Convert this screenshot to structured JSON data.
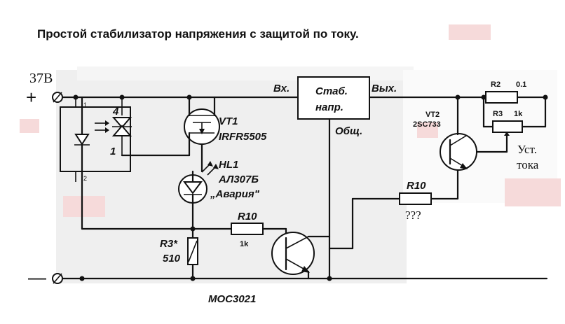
{
  "title": "Простой стабилизатор напряжения с защитой по току.",
  "supply": {
    "voltage": "37В",
    "plus": "+",
    "minus": "—"
  },
  "optocoupler": {
    "label": "MOC3021",
    "pin1": "1",
    "pin2": "2",
    "pin4": "4",
    "pin1b": "1"
  },
  "vt1": {
    "ref": "VT1",
    "type": "IRFR5505"
  },
  "hl1": {
    "ref": "HL1",
    "type": "АЛ307Б",
    "note": "„Авария\""
  },
  "r3_left": {
    "ref": "R3*",
    "value": "510"
  },
  "r10_lower": {
    "ref": "R10",
    "value": "1k"
  },
  "stabilizer": {
    "line1": "Стаб.",
    "line2": "напр.",
    "input": "Вх.",
    "output": "Вых.",
    "common": "Общ."
  },
  "vt2": {
    "ref": "VT2",
    "type": "2SC733"
  },
  "r10_upper": {
    "ref": "R10",
    "value": "???"
  },
  "r2": {
    "ref": "R2",
    "value": "0.1"
  },
  "r3_right": {
    "ref": "R3",
    "value": "1k"
  },
  "current_set": {
    "line1": "Уст.",
    "line2": "тока"
  },
  "colors": {
    "ink": "#111111",
    "background": "#ffffff",
    "paper_shadow": "#ececec",
    "pink_artifact": "#f6dada"
  }
}
